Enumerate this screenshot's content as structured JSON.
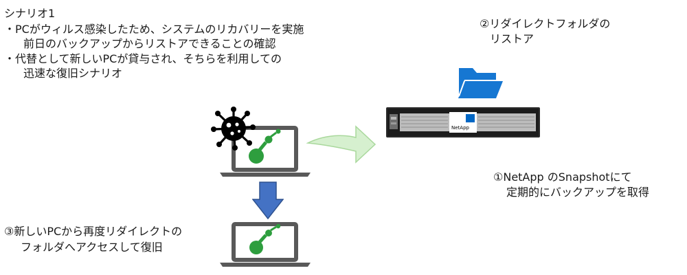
{
  "scenario": {
    "title": "シナリオ1",
    "bullet1_line1": "・PCがウィルス感染したため、システムのリカバリーを実施",
    "bullet1_line2": "前日のバックアップからリストアできることの確認",
    "bullet2_line1": "・代替として新しいPCが貸与され、そちらを利用しての",
    "bullet2_line2": "迅速な復旧シナリオ"
  },
  "step2": {
    "line1": "②リダイレクトフォルダの",
    "line2": "リストア"
  },
  "step1": {
    "line1": "①NetApp のSnapshotにて",
    "line2": "定期的にバックアップを取得"
  },
  "step3": {
    "line1": "③新しいPCから再度リダイレクトの",
    "line2": "フォルダへアクセスして復旧"
  },
  "storage": {
    "brand_label": "NetApp"
  },
  "colors": {
    "laptop_frame": "#595959",
    "screen_green": "#2e9e3e",
    "folder_blue": "#1677d2",
    "down_arrow": "#4472c4",
    "right_arrow_fill": "#d6f0cf",
    "right_arrow_stroke": "#a9d89c"
  },
  "icons": [
    "virus-icon",
    "laptop-icon",
    "folder-icon",
    "storage-array-icon",
    "arrow-right-icon",
    "arrow-down-icon"
  ]
}
